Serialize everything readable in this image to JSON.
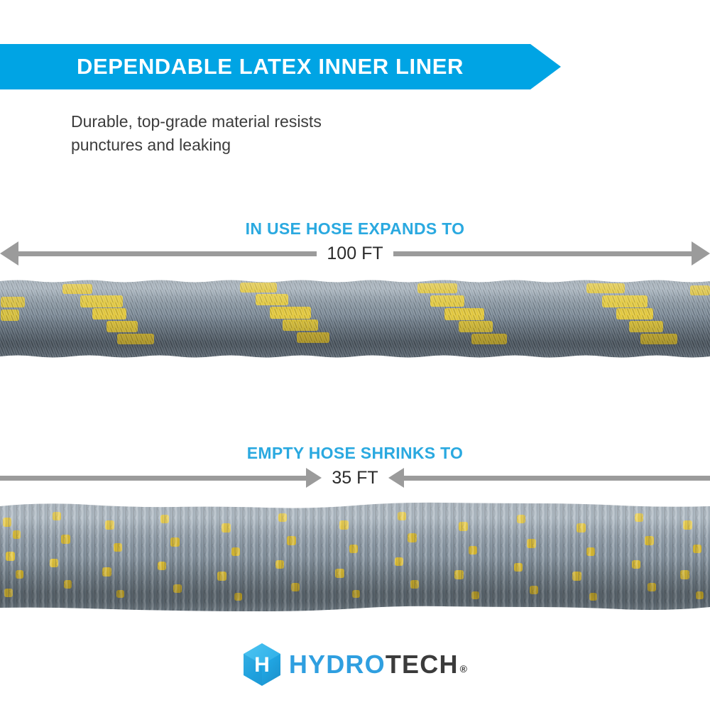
{
  "banner": {
    "title": "DEPENDABLE LATEX INNER LINER",
    "color": "#00a4e4"
  },
  "subtitle": {
    "line1": "Durable, top-grade material resists",
    "line2": "punctures and leaking",
    "color": "#3c3c3c"
  },
  "measurements": [
    {
      "id": "expanded",
      "label": "IN USE HOSE EXPANDS TO",
      "value": "100 FT",
      "label_color": "#2aa9e0",
      "value_color": "#2b2b2b",
      "bar_color": "#9b9b9b",
      "arrow_direction": "outward"
    },
    {
      "id": "shrunk",
      "label": "EMPTY HOSE SHRINKS TO",
      "value": "35 FT",
      "label_color": "#2aa9e0",
      "value_color": "#2b2b2b",
      "bar_color": "#9b9b9b",
      "arrow_direction": "inward"
    }
  ],
  "hoses": [
    {
      "id": "expanded-hose",
      "state": "expanded",
      "fabric_color": "#6e7d8a",
      "accent_color": "#e8c93a"
    },
    {
      "id": "shrunk-hose",
      "state": "shrunk",
      "fabric_color": "#7c8c99",
      "accent_color": "#e8c93a"
    }
  ],
  "logo": {
    "mark_letter": "H",
    "brand_primary": "HYDRO",
    "brand_secondary": "TECH",
    "registered_mark": "®",
    "primary_color": "#2f9fe0",
    "secondary_color": "#3b3b3b"
  }
}
